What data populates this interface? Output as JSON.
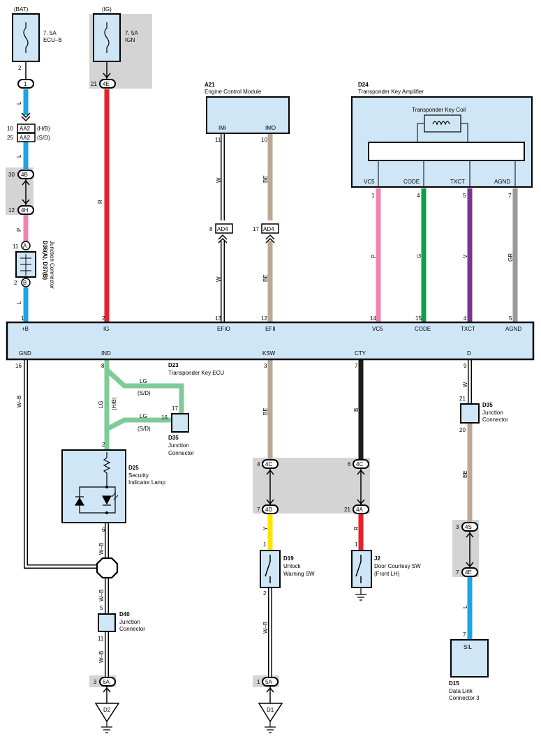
{
  "wire_colors": {
    "L": "#1ba5e1",
    "R": "#e8202a",
    "W": "#ffffff",
    "BE": "#bca995",
    "P": "#ee83b6",
    "G": "#0aa14a",
    "V": "#7a3593",
    "GR": "#9a9a9a",
    "LG": "#7fcb98",
    "B": "#1a1a1a",
    "Y": "#ffe400"
  },
  "component_fill": "#cfe6f7",
  "shading": "#d4d4d4",
  "power": {
    "bat": {
      "label": "(BAT)",
      "fuse_value": "7. 5A",
      "fuse_name": "ECU–B",
      "pin": "2",
      "connector": "1"
    },
    "ig": {
      "label": "(IG)",
      "fuse_value": "7. 5A",
      "fuse_name": "IGN",
      "pin": "21",
      "connector": "4E"
    }
  },
  "left_column": {
    "aa2_top_pin": "10",
    "aa2_top": "AA2",
    "aa2_top_note": "(H/B)",
    "aa2_bot_pin": "25",
    "aa2_bot": "AA2",
    "aa2_bot_note": "(S/D)",
    "c4b_pin": "30",
    "c4b": "4B",
    "c4h_pin": "12",
    "c4h": "4H",
    "jc_pin_a": "11",
    "jc_a": "A",
    "jc_pin_b": "2",
    "jc_b": "B",
    "jc_id": "D36(A), D37(B)",
    "jc_name": "Junction Connector",
    "wire_l1": "L",
    "wire_l2": "L",
    "wire_p": "P",
    "wire_l3": "L",
    "wire_r": "R"
  },
  "ecm": {
    "id": "A21",
    "name": "Engine Control Module",
    "pin_imi": "IMI",
    "pin_imo": "IMO",
    "imi_pin": "11",
    "imo_pin": "10",
    "wire_w1": "W",
    "wire_be1": "BE",
    "ad4_left_pin": "8",
    "ad4_left": "AD4",
    "ad4_right_pin": "17",
    "ad4_right": "AD4",
    "wire_w2": "W",
    "wire_be2": "BE"
  },
  "amplifier": {
    "id": "D24",
    "name": "Transponder Key Amplifier",
    "coil": "Transponder Key Coil",
    "pins": [
      "VC5",
      "CODE",
      "TXCT",
      "AGND"
    ],
    "pin_numbers": [
      "1",
      "4",
      "5",
      "7"
    ],
    "wires": [
      "P",
      "G",
      "V",
      "GR"
    ]
  },
  "ecu": {
    "id": "D23",
    "name": "Transponder Key ECU",
    "top_pins": [
      {
        "name": "+B",
        "num": "1"
      },
      {
        "name": "IG",
        "num": "2"
      },
      {
        "name": "EFIO",
        "num": "13"
      },
      {
        "name": "EFII",
        "num": "12"
      },
      {
        "name": "VC5",
        "num": "14"
      },
      {
        "name": "CODE",
        "num": "15"
      },
      {
        "name": "TXCT",
        "num": "4"
      },
      {
        "name": "AGND",
        "num": "5"
      }
    ],
    "bottom_pins": [
      {
        "name": "GND",
        "num": "16"
      },
      {
        "name": "IND",
        "num": "8"
      },
      {
        "name": "KSW",
        "num": "3"
      },
      {
        "name": "CTY",
        "num": "7"
      },
      {
        "name": "D",
        "num": "9"
      }
    ]
  },
  "lower": {
    "gnd_wire": "W–B",
    "lg_a": "LG",
    "lg_a_note": "(S/D)",
    "lg_b": "LG",
    "lg_b_note": "(S/D)",
    "lg_v": "LG",
    "lg_v_note": "(H/B)",
    "d35a_pin_a": "17",
    "d35a_pin_b": "16",
    "d35a_id": "D35",
    "d35a_name": "Junction\nConnector",
    "lamp_pin_top": "2",
    "lamp_pin_bot": "6",
    "lamp_id": "D25",
    "lamp_name": "Security\nIndicator Lamp",
    "lamp_wire": "W–B",
    "wb_mid": "W–B",
    "d40_pin_top": "5",
    "d40_pin_bot": "11",
    "d40_id": "D40",
    "d40_name": "Junction\nConnector",
    "wb_low": "W–B",
    "e6a_pin": "3",
    "e6a": "6A",
    "gnd_d2": "D2",
    "ksw_wire": "BE",
    "c4c_a_pin": "4",
    "c4c_a": "4C",
    "c4d_pin": "7",
    "c4d": "4D",
    "y_wire": "Y",
    "d19_pin_top": "1",
    "d19_pin_bot": "2",
    "d19_id": "D19",
    "d19_name": "Unlock\nWarning SW",
    "wb_d19": "W–B",
    "e5a_pin": "1",
    "e5a": "5A",
    "gnd_d1": "D1",
    "cty_wire": "B",
    "c4c_b_pin": "6",
    "c4c_b": "4C",
    "c4a_pin": "21",
    "c4a": "4A",
    "r_wire": "R",
    "j2_pin": "1",
    "j2_id": "J2",
    "j2_name": "Door Courtesy SW\n(Front LH)",
    "d_wire_w": "W",
    "d35b_pin_top": "21",
    "d35b_pin_bot": "20",
    "d35b_id": "D35",
    "d35b_name": "Junction\nConnector",
    "d_be": "BE",
    "c4s_pin": "3",
    "c4s": "4S",
    "c4e_pin": "7",
    "c4e": "4E",
    "d_l": "L",
    "dlc_pin": "7",
    "dlc_pin_name": "SIL",
    "d15_id": "D15",
    "d15_name": "Data Link\nConnector 3"
  }
}
